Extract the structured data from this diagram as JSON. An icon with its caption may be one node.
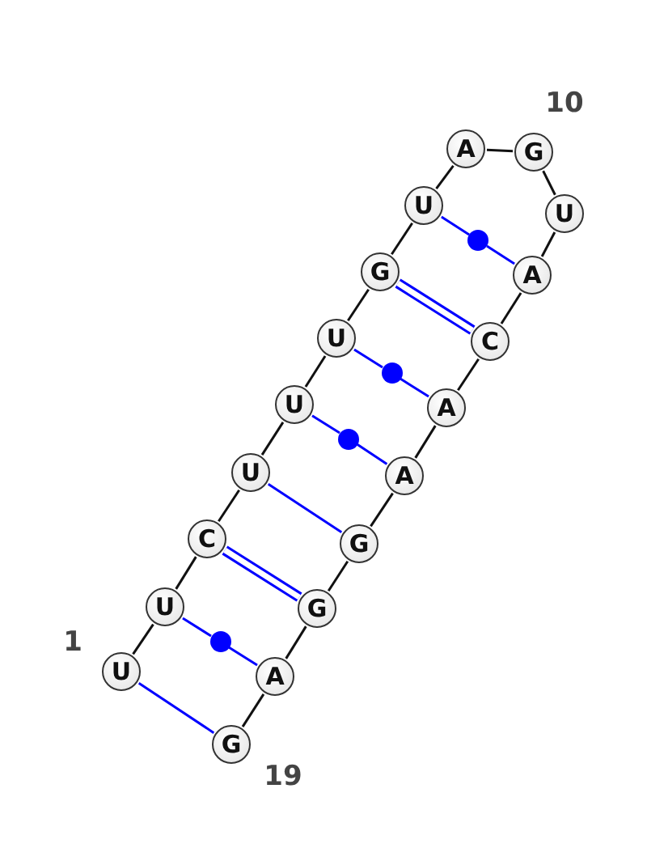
{
  "diagram": {
    "nodes": [
      {
        "text": [
          "U"
        ]
      },
      {
        "text": [
          "U"
        ]
      },
      {
        "text": [
          "C"
        ]
      },
      {
        "text": [
          "U"
        ]
      },
      {
        "text": [
          "U"
        ]
      },
      {
        "text": [
          "U"
        ]
      },
      {
        "text": [
          "G"
        ]
      },
      {
        "text": [
          "U"
        ]
      },
      {
        "text": [
          "A"
        ]
      },
      {
        "text": [
          "G"
        ]
      },
      {
        "text": [
          "U"
        ]
      },
      {
        "text": [
          "A"
        ]
      },
      {
        "text": [
          "C"
        ]
      },
      {
        "text": [
          "A"
        ]
      },
      {
        "text": [
          "A"
        ]
      },
      {
        "text": [
          "G"
        ]
      },
      {
        "text": [
          "G"
        ]
      },
      {
        "text": [
          "A"
        ]
      },
      {
        "text": [
          "G"
        ]
      },
      {
        "text": [],
        "shape": "circle"
      },
      {
        "text": [],
        "shape": "circle"
      },
      {
        "text": [],
        "shape": "circle"
      },
      {
        "text": [],
        "shape": "circle"
      }
    ],
    "edges": [
      {
        "from": 0,
        "to": 1,
        "arrow": "none"
      },
      {
        "from": 1,
        "to": 2,
        "arrow": "none"
      },
      {
        "from": 2,
        "to": 3,
        "arrow": "none"
      },
      {
        "from": 3,
        "to": 4,
        "arrow": "none"
      },
      {
        "from": 4,
        "to": 5,
        "arrow": "none"
      },
      {
        "from": 5,
        "to": 6,
        "arrow": "none"
      },
      {
        "from": 6,
        "to": 7,
        "arrow": "none"
      },
      {
        "from": 7,
        "to": 8,
        "arrow": "none"
      },
      {
        "from": 8,
        "to": 9,
        "arrow": "none"
      },
      {
        "from": 9,
        "to": 10,
        "arrow": "none"
      },
      {
        "from": 10,
        "to": 11,
        "arrow": "none"
      },
      {
        "from": 11,
        "to": 12,
        "arrow": "none"
      },
      {
        "from": 12,
        "to": 13,
        "arrow": "none"
      },
      {
        "from": 13,
        "to": 14,
        "arrow": "none"
      },
      {
        "from": 14,
        "to": 15,
        "arrow": "none"
      },
      {
        "from": 15,
        "to": 16,
        "arrow": "none"
      },
      {
        "from": 16,
        "to": 17,
        "arrow": "none"
      },
      {
        "from": 17,
        "to": 18,
        "arrow": "none"
      },
      {
        "from": 0,
        "to": 18,
        "arrow": "none",
        "color": "#0000ff"
      },
      {
        "from": 1,
        "to": 22,
        "arrow": "none",
        "color": "#0000ff"
      },
      {
        "from": 22,
        "to": 17,
        "arrow": "none",
        "color": "#0000ff"
      },
      {
        "from": 2,
        "to": 16,
        "arrow": "none",
        "color": "#0000ff",
        "style": "thick"
      },
      {
        "from": 3,
        "to": 15,
        "arrow": "none",
        "color": "#0000ff"
      },
      {
        "from": 4,
        "to": 21,
        "arrow": "none",
        "color": "#0000ff"
      },
      {
        "from": 21,
        "to": 14,
        "arrow": "none",
        "color": "#0000ff"
      },
      {
        "from": 5,
        "to": 20,
        "arrow": "none",
        "color": "#0000ff"
      },
      {
        "from": 20,
        "to": 13,
        "arrow": "none",
        "color": "#0000ff"
      },
      {
        "from": 6,
        "to": 12,
        "arrow": "none",
        "color": "#0000ff",
        "style": "thick"
      },
      {
        "from": 7,
        "to": 19,
        "arrow": "none",
        "color": "#0000ff"
      },
      {
        "from": 19,
        "to": 11,
        "arrow": "none",
        "color": "#0000ff"
      }
    ],
    "labels": [
      "10",
      "1",
      "19"
    ]
  }
}
